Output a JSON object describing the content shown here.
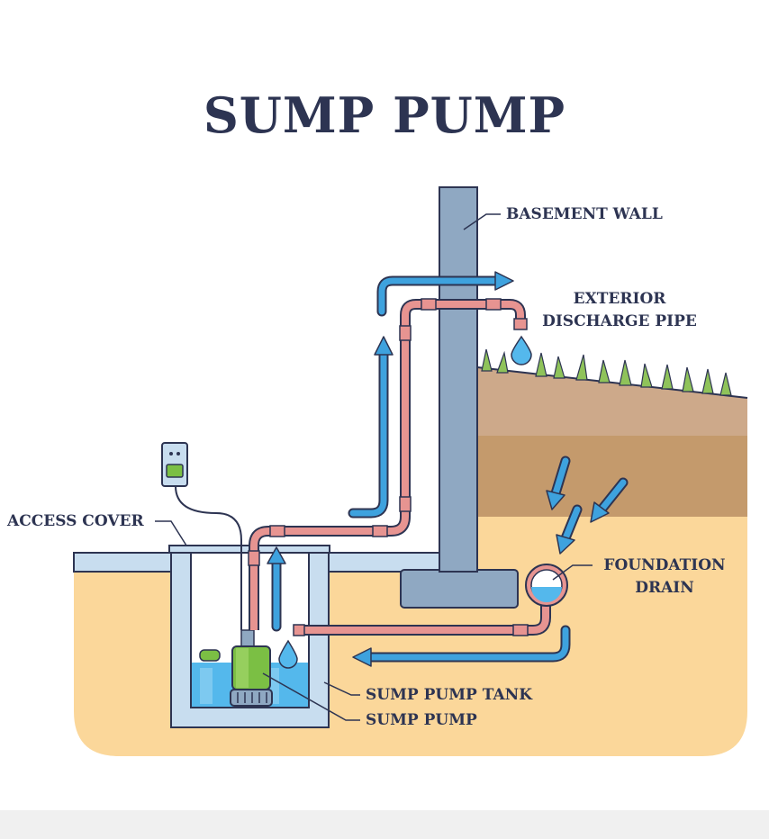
{
  "title": "SUMP PUMP",
  "labels": {
    "basement_wall": "BASEMENT WALL",
    "exterior_discharge_pipe_line1": "EXTERIOR",
    "exterior_discharge_pipe_line2": "DISCHARGE PIPE",
    "access_cover": "ACCESS COVER",
    "foundation_drain_line1": "FOUNDATION",
    "foundation_drain_line2": "DRAIN",
    "sump_pump_tank": "SUMP PUMP TANK",
    "sump_pump": "SUMP PUMP"
  },
  "colors": {
    "outline": "#2d3452",
    "sand": "#fbd79a",
    "topsoil": "#cda98a",
    "midsoil": "#c49a6c",
    "wall": "#8fa8c2",
    "tank_wall": "#c8ddef",
    "water": "#54b8ec",
    "pipe": "#e79491",
    "arrow": "#3ea2de",
    "pump": "#7bbf44",
    "grass": "#8fc35a"
  }
}
